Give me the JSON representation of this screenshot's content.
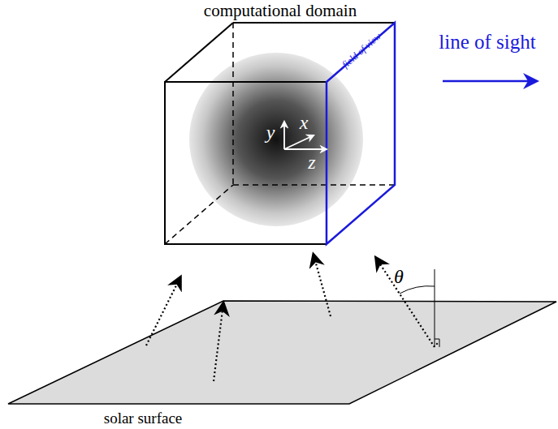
{
  "diagram": {
    "title": "computational domain",
    "labels": [
      "field of view",
      "line of sight",
      "y",
      "x",
      "z",
      "θ",
      "solar surface"
    ]
  }
}
